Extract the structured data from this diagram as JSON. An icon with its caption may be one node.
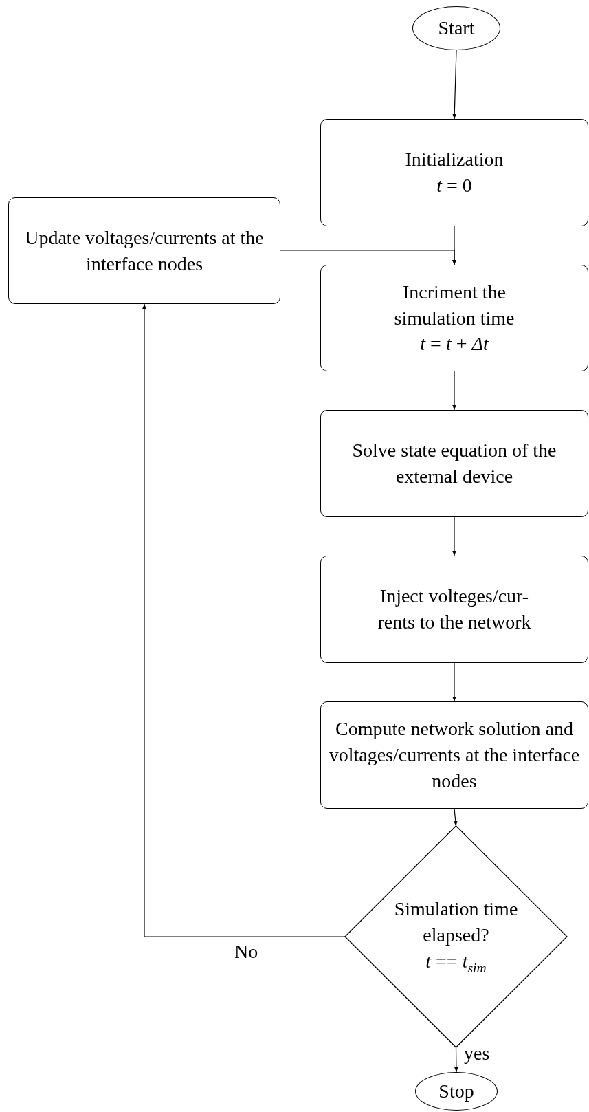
{
  "diagram": {
    "nodes": [
      {
        "text": [
          "Start"
        ]
      },
      {
        "text": [
          "Initialization",
          "*t* = 0"
        ]
      },
      {
        "text": [
          "Update voltages/currents at the interface nodes"
        ]
      },
      {
        "text": [
          "Incriment the simulation time",
          "*t* = *t* + *Δt*"
        ]
      },
      {
        "text": [
          "Solve state equation of the external device"
        ]
      },
      {
        "text": [
          "Inject volteges/cur- rents to the network"
        ]
      },
      {
        "text": [
          "Compute network solution and voltages/currents at the interface nodes"
        ]
      },
      {
        "text": [
          "Simulation time elapsed?",
          "*t* == *t*$_{sim}$"
        ]
      },
      {
        "text": [
          "Stop"
        ]
      }
    ],
    "edges": [
      {
        "from": 0,
        "to": 1,
        "arrow": "to"
      },
      {
        "from": 1,
        "to": 3,
        "arrow": "to"
      },
      {
        "from": 2,
        "to": 3,
        "arrow": "to"
      },
      {
        "from": 3,
        "to": 4,
        "arrow": "to"
      },
      {
        "from": 4,
        "to": 5,
        "arrow": "to"
      },
      {
        "from": 5,
        "to": 6,
        "arrow": "to"
      },
      {
        "from": 6,
        "to": 7,
        "arrow": "to"
      },
      {
        "from": 7,
        "to": 2,
        "label": "No",
        "arrow": "to"
      },
      {
        "from": 7,
        "to": 8,
        "label": "yes",
        "arrow": "to"
      }
    ]
  }
}
